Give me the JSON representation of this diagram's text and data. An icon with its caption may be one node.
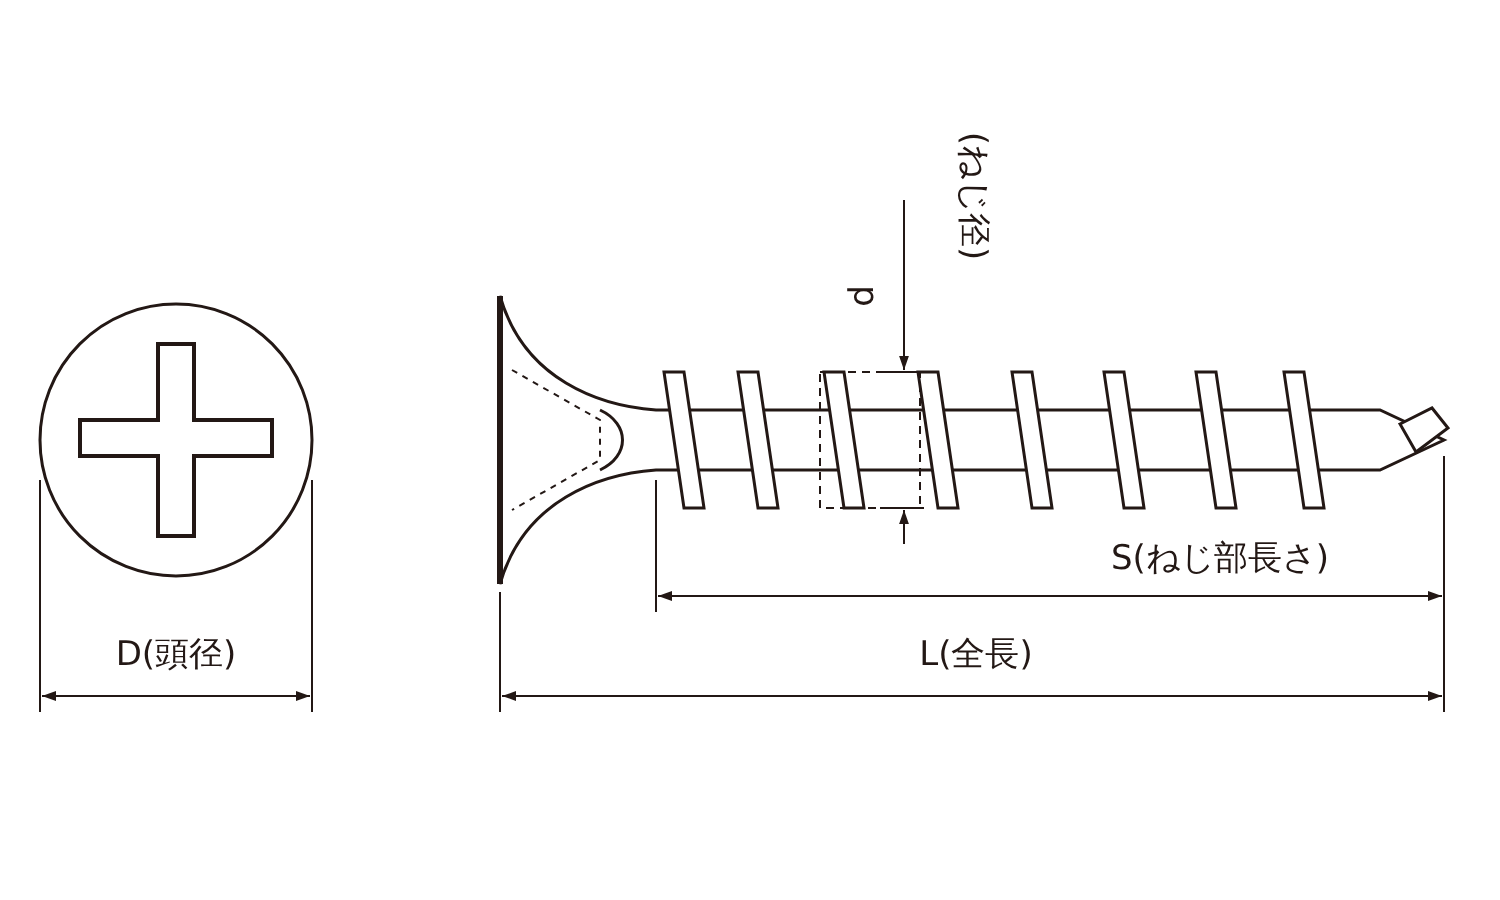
{
  "diagram": {
    "labels": [
      "D(頭径)",
      "d",
      "(ねじ径)",
      "S(ねじ部長さ)",
      "L(全長)"
    ]
  }
}
